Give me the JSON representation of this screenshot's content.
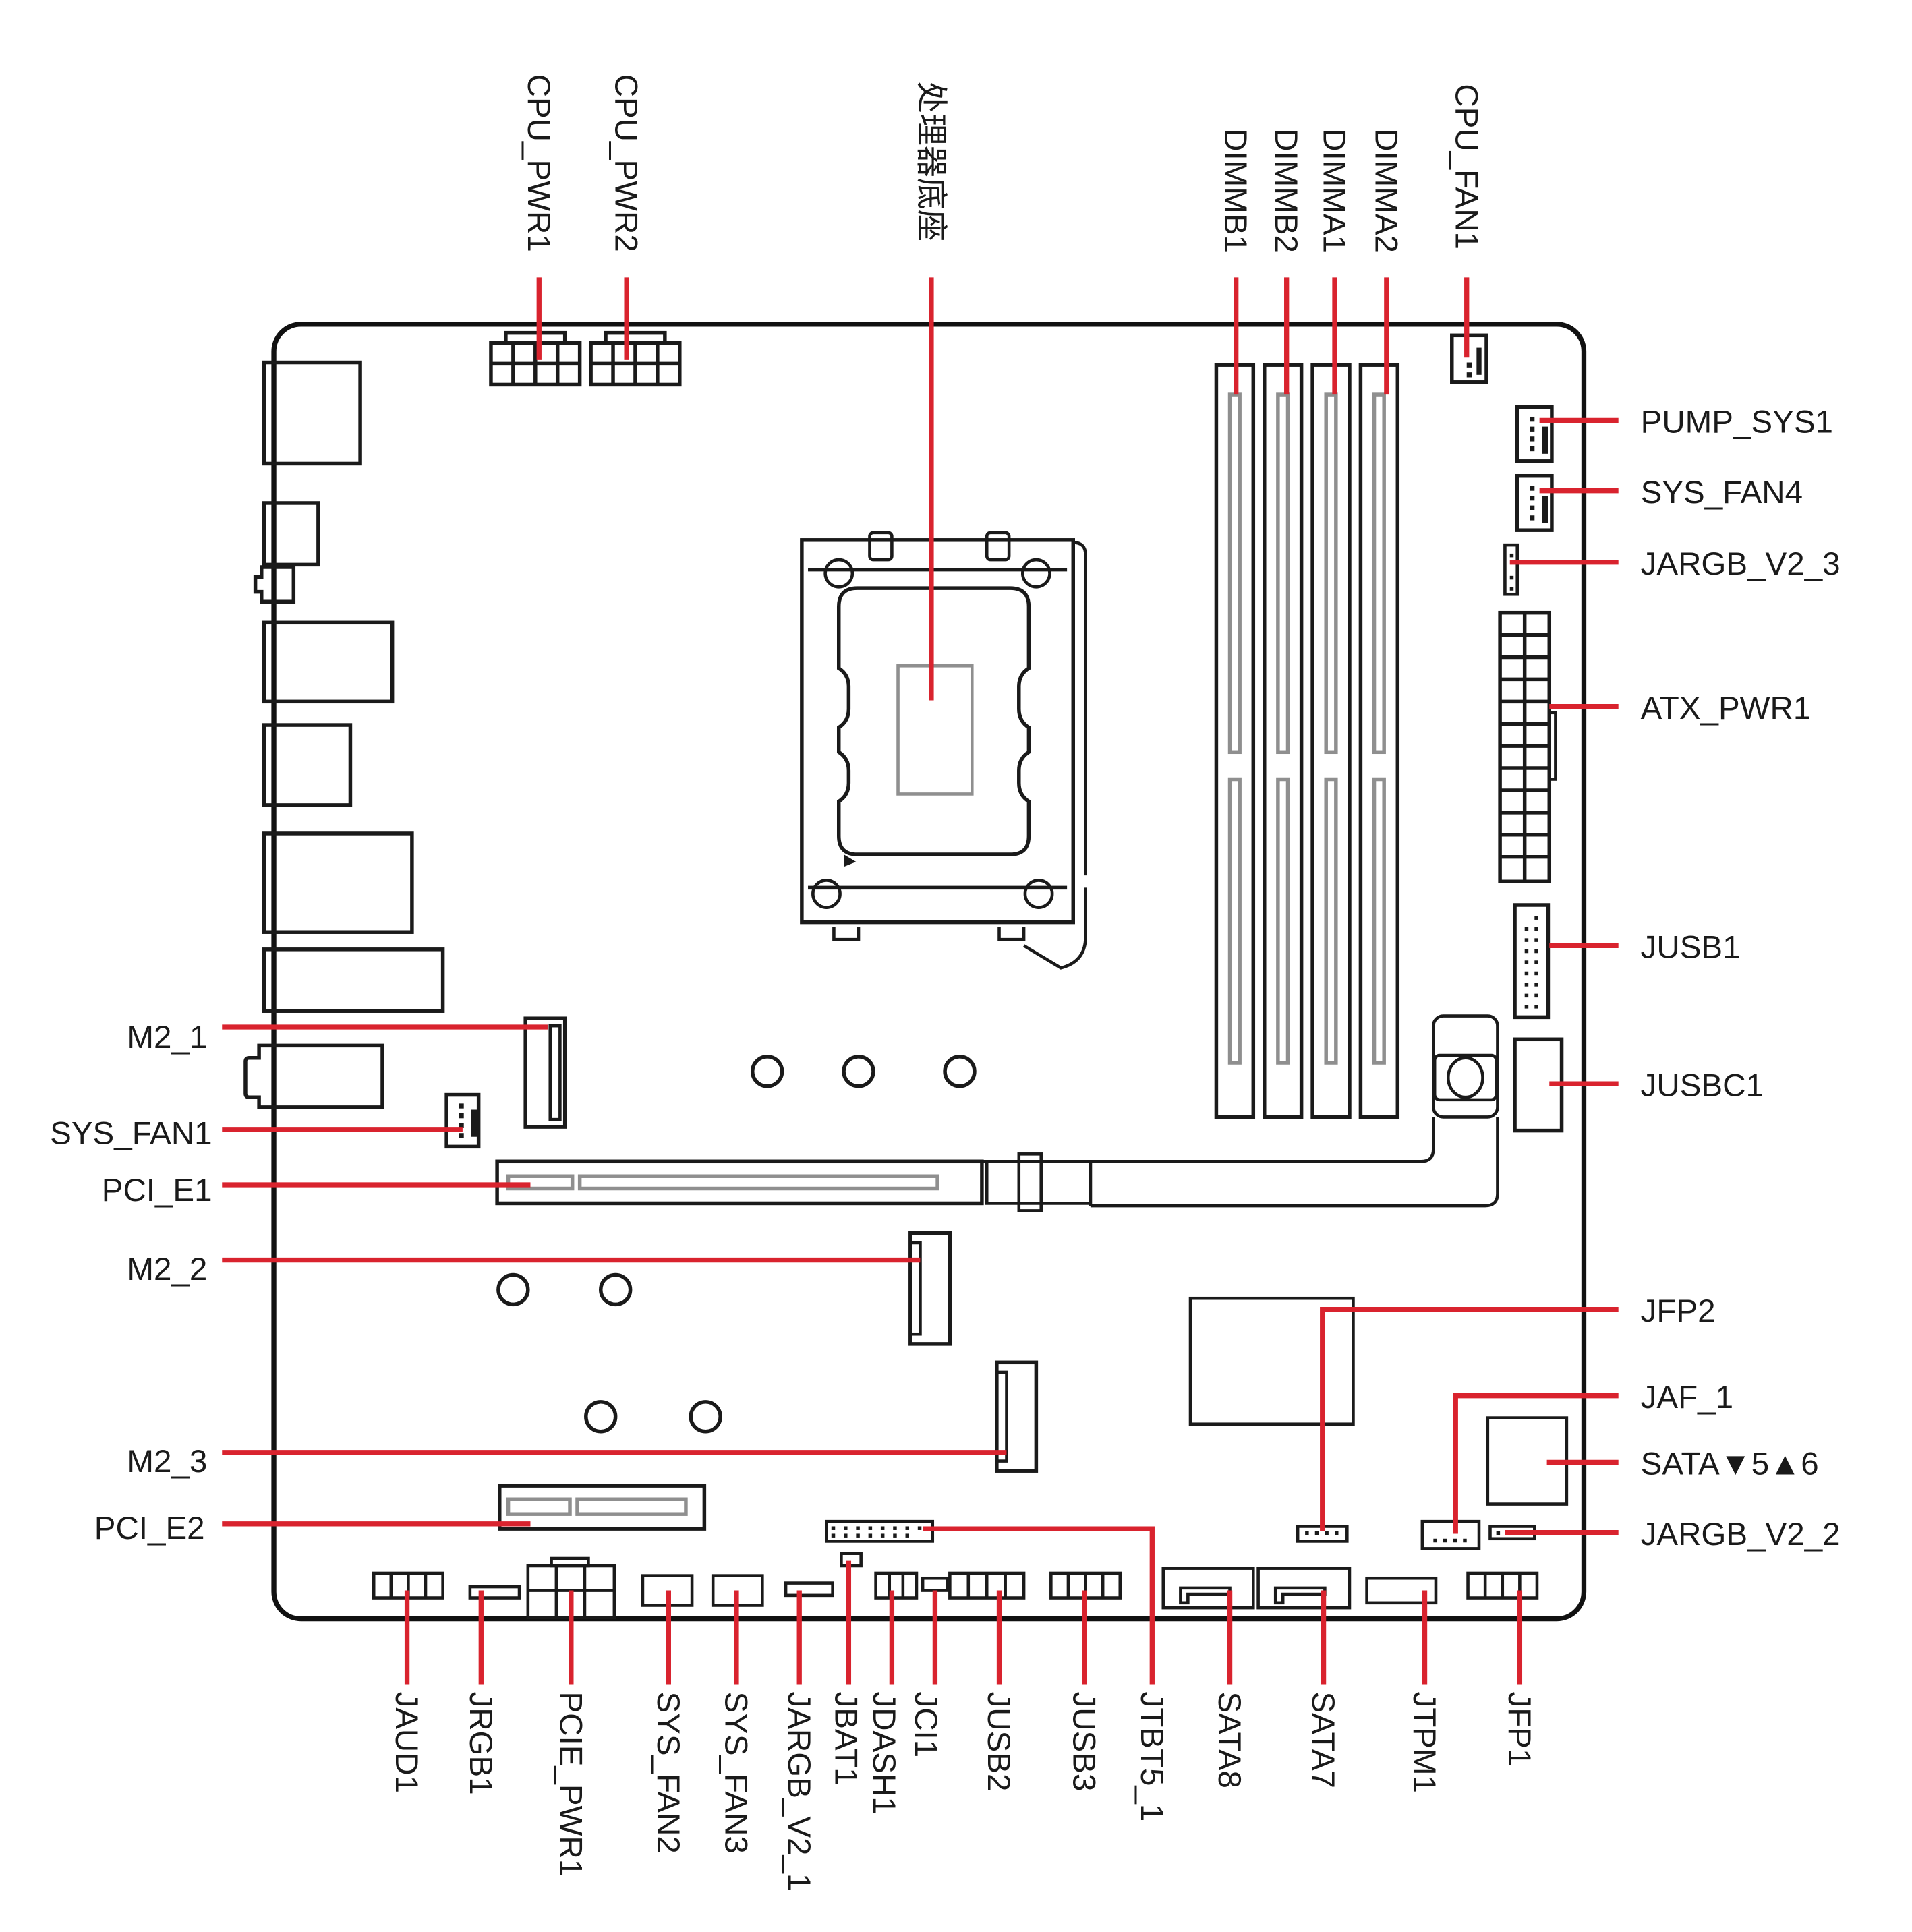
{
  "diagram": {
    "title": "Motherboard connector layout",
    "accent_color": "#d9232e",
    "outline_color": "#1a1a1a",
    "top_labels": [
      {
        "id": "cpu_pwr1",
        "text": "CPU_PWR1"
      },
      {
        "id": "cpu_pwr2",
        "text": "CPU_PWR2"
      },
      {
        "id": "cpu_socket",
        "text": "处理器底座"
      },
      {
        "id": "dimmb1",
        "text": "DIMMB1"
      },
      {
        "id": "dimmb2",
        "text": "DIMMB2"
      },
      {
        "id": "dimma1",
        "text": "DIMMA1"
      },
      {
        "id": "dimma2",
        "text": "DIMMA2"
      },
      {
        "id": "cpu_fan1",
        "text": "CPU_FAN1"
      }
    ],
    "right_labels": [
      {
        "id": "pump_sys1",
        "text": "PUMP_SYS1"
      },
      {
        "id": "sys_fan4",
        "text": "SYS_FAN4"
      },
      {
        "id": "jargb_v2_3",
        "text": "JARGB_V2_3"
      },
      {
        "id": "atx_pwr1",
        "text": "ATX_PWR1"
      },
      {
        "id": "jusb1",
        "text": "JUSB1"
      },
      {
        "id": "jusbc1",
        "text": "JUSBC1"
      },
      {
        "id": "jfp2",
        "text": "JFP2"
      },
      {
        "id": "jaf_1",
        "text": "JAF_1"
      },
      {
        "id": "sata56",
        "text": "SATA▼5▲6"
      },
      {
        "id": "jargb_v2_2",
        "text": "JARGB_V2_2"
      }
    ],
    "left_labels": [
      {
        "id": "m2_1",
        "text": "M2_1"
      },
      {
        "id": "sys_fan1",
        "text": "SYS_FAN1"
      },
      {
        "id": "pci_e1",
        "text": "PCI_E1"
      },
      {
        "id": "m2_2",
        "text": "M2_2"
      },
      {
        "id": "m2_3",
        "text": "M2_3"
      },
      {
        "id": "pci_e2",
        "text": "PCI_E2"
      }
    ],
    "bottom_labels": [
      {
        "id": "jaud1",
        "text": "JAUD1"
      },
      {
        "id": "jrgb1",
        "text": "JRGB1"
      },
      {
        "id": "pcie_pwr1",
        "text": "PCIE_PWR1"
      },
      {
        "id": "sys_fan2",
        "text": "SYS_FAN2"
      },
      {
        "id": "sys_fan3",
        "text": "SYS_FAN3"
      },
      {
        "id": "jargb_v2_1",
        "text": "JARGB_V2_1"
      },
      {
        "id": "jbat1",
        "text": "JBAT1"
      },
      {
        "id": "jdash1",
        "text": "JDASH1"
      },
      {
        "id": "jci1",
        "text": "JCI1"
      },
      {
        "id": "jusb2",
        "text": "JUSB2"
      },
      {
        "id": "jusb3",
        "text": "JUSB3"
      },
      {
        "id": "jtbt5_1",
        "text": "JTBT5_1"
      },
      {
        "id": "sata8",
        "text": "SATA8"
      },
      {
        "id": "sata7",
        "text": "SATA7"
      },
      {
        "id": "jtpm1",
        "text": "JTPM1"
      },
      {
        "id": "jfp1",
        "text": "JFP1"
      }
    ]
  }
}
